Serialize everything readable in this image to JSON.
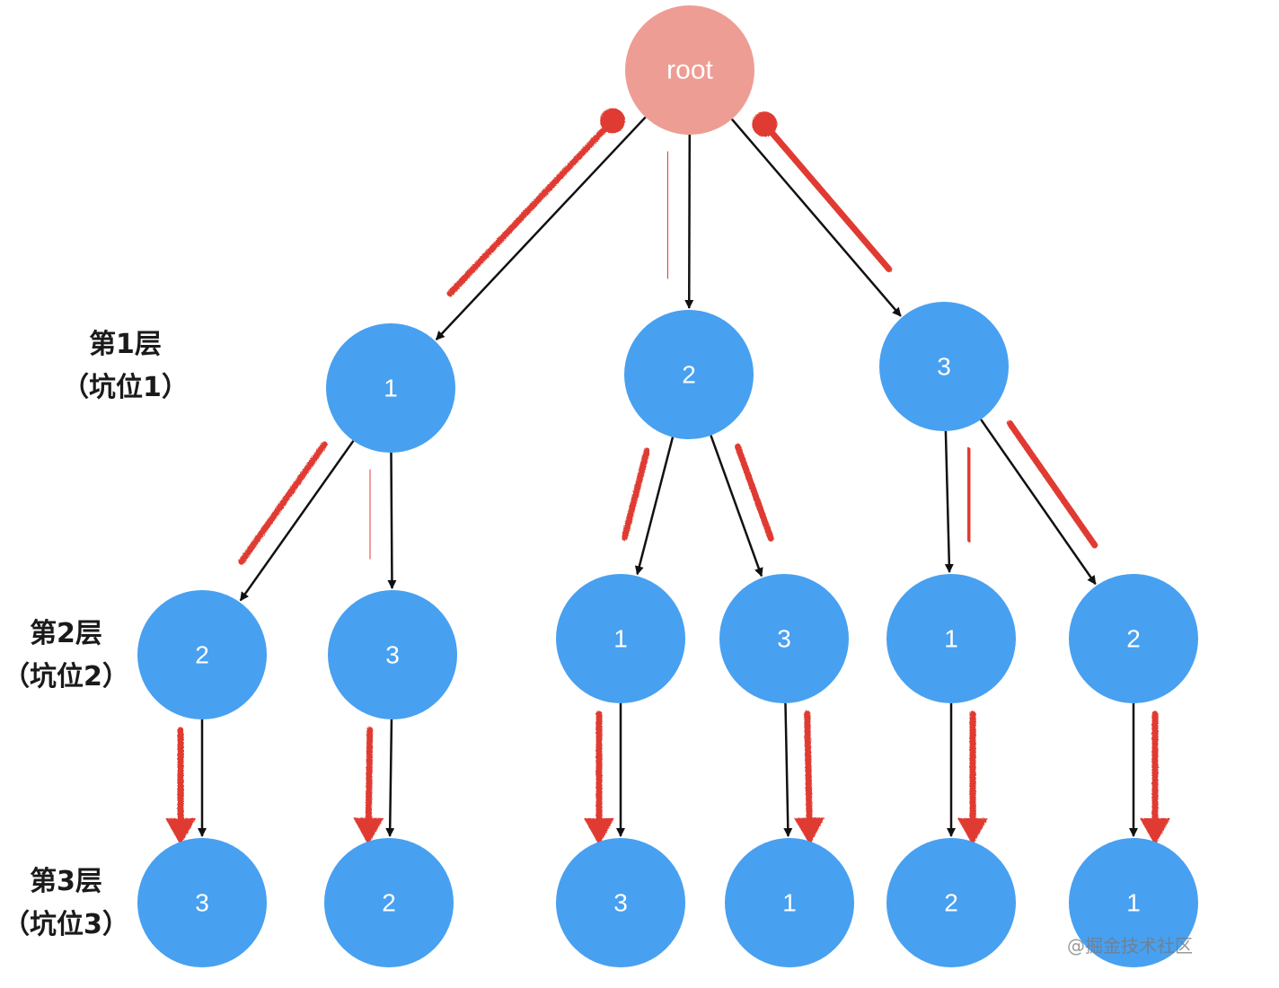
{
  "colors": {
    "root_fill": "#ee9d94",
    "node_fill": "#48a0f0",
    "node_text": "#ffffff",
    "edge": "#111111",
    "highlight": "#e03a30"
  },
  "tree": {
    "root": {
      "id": "root",
      "label": "root"
    },
    "nodes": [
      {
        "id": "n1",
        "label": "1",
        "level": 1,
        "parent": "root"
      },
      {
        "id": "n2",
        "label": "2",
        "level": 1,
        "parent": "root"
      },
      {
        "id": "n3",
        "label": "3",
        "level": 1,
        "parent": "root"
      },
      {
        "id": "n12",
        "label": "2",
        "level": 2,
        "parent": "n1"
      },
      {
        "id": "n13",
        "label": "3",
        "level": 2,
        "parent": "n1"
      },
      {
        "id": "n21",
        "label": "1",
        "level": 2,
        "parent": "n2"
      },
      {
        "id": "n23",
        "label": "3",
        "level": 2,
        "parent": "n2"
      },
      {
        "id": "n31",
        "label": "1",
        "level": 2,
        "parent": "n3"
      },
      {
        "id": "n32",
        "label": "2",
        "level": 2,
        "parent": "n3"
      },
      {
        "id": "n123",
        "label": "3",
        "level": 3,
        "parent": "n12"
      },
      {
        "id": "n132",
        "label": "2",
        "level": 3,
        "parent": "n13"
      },
      {
        "id": "n213",
        "label": "3",
        "level": 3,
        "parent": "n21"
      },
      {
        "id": "n231",
        "label": "1",
        "level": 3,
        "parent": "n23"
      },
      {
        "id": "n312",
        "label": "2",
        "level": 3,
        "parent": "n31"
      },
      {
        "id": "n321",
        "label": "1",
        "level": 3,
        "parent": "n32"
      }
    ]
  },
  "highlights": [
    {
      "edge": "root-n1",
      "style": "dot-start"
    },
    {
      "edge": "root-n2",
      "style": "plain"
    },
    {
      "edge": "root-n3",
      "style": "dot-start"
    },
    {
      "edge": "n1-n12",
      "style": "plain"
    },
    {
      "edge": "n1-n13",
      "style": "plain"
    },
    {
      "edge": "n2-n21",
      "style": "plain"
    },
    {
      "edge": "n2-n23",
      "style": "plain"
    },
    {
      "edge": "n3-n31",
      "style": "plain"
    },
    {
      "edge": "n3-n32",
      "style": "plain"
    },
    {
      "edge": "n12-n123",
      "style": "arrow"
    },
    {
      "edge": "n13-n132",
      "style": "arrow"
    },
    {
      "edge": "n21-n213",
      "style": "arrow"
    },
    {
      "edge": "n23-n231",
      "style": "arrow"
    },
    {
      "edge": "n31-n312",
      "style": "arrow"
    },
    {
      "edge": "n32-n321",
      "style": "arrow"
    }
  ],
  "level_labels": [
    {
      "line1": "第1层",
      "line2": "（坑位1）"
    },
    {
      "line1": "第2层",
      "line2": "（坑位2）"
    },
    {
      "line1": "第3层",
      "line2": "（坑位3）"
    }
  ],
  "watermark": "@掘金技术社区"
}
